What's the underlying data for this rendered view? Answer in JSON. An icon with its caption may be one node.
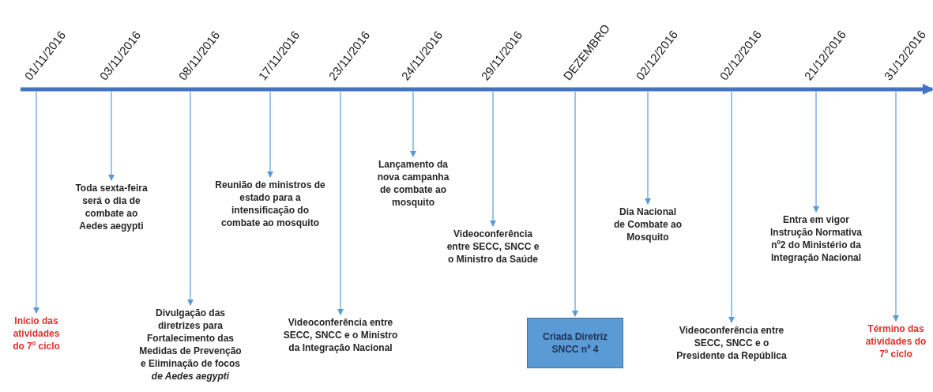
{
  "diagram": {
    "nodes": [
      {
        "text": [
          "Início das atividades do 7º ciclo"
        ]
      },
      {
        "text": [
          "Toda sexta-feira será o dia de combate ao Aedes aegypti"
        ]
      },
      {
        "text": [
          "Divulgação das diretrizes para Fortalecimento das Medidas de Prevenção e Eliminação de focos *de Aedes aegypti*"
        ]
      },
      {
        "text": [
          "Reunião de ministros de estado para a intensificação do combate ao mosquito"
        ]
      },
      {
        "text": [
          "Videoconferência entre SECC, SNCC e o Ministro da Integração Nacional"
        ]
      },
      {
        "text": [
          "Lançamento da nova campanha de combate ao mosquito"
        ]
      },
      {
        "text": [
          "Videoconferência entre SECC, SNCC e o Ministro da Saúde"
        ]
      },
      {
        "text": [
          "Criada Diretriz SNCC nº 4"
        ]
      },
      {
        "text": [
          "Dia Nacional de Combate ao Mosquito"
        ]
      },
      {
        "text": [
          "Videoconferência entre SECC, SNCC e o Presidente da República"
        ]
      },
      {
        "text": [
          "Entra em vigor Instrução Normativa nº2 do Ministério da Integração Nacional"
        ]
      },
      {
        "text": [
          "Término das atividades do 7º ciclo"
        ]
      }
    ],
    "edges": [
      {
        "from": null,
        "to": 0,
        "arrow": "to"
      },
      {
        "from": null,
        "to": 1,
        "arrow": "to"
      },
      {
        "from": null,
        "to": 2,
        "arrow": "to"
      },
      {
        "from": null,
        "to": 3,
        "arrow": "to"
      },
      {
        "from": null,
        "to": 4,
        "arrow": "to"
      },
      {
        "from": null,
        "to": 5,
        "arrow": "to"
      },
      {
        "from": null,
        "to": 6,
        "arrow": "to"
      },
      {
        "from": null,
        "to": 7,
        "arrow": "to"
      },
      {
        "from": null,
        "to": 8,
        "arrow": "to"
      },
      {
        "from": null,
        "to": 9,
        "arrow": "to"
      },
      {
        "from": null,
        "to": 10,
        "arrow": "to"
      },
      {
        "from": null,
        "to": 11,
        "arrow": "to"
      }
    ],
    "labels": [
      "01/11/2016",
      "03/11/2016",
      "08/11/2016",
      "17/11/2016",
      "23/11/2016",
      "24/11/2016",
      "29/11/2016",
      "DEZEMBRO",
      "02/12/2016",
      "02/12/2016",
      "21/12/2016",
      "31/12/2016"
    ]
  }
}
